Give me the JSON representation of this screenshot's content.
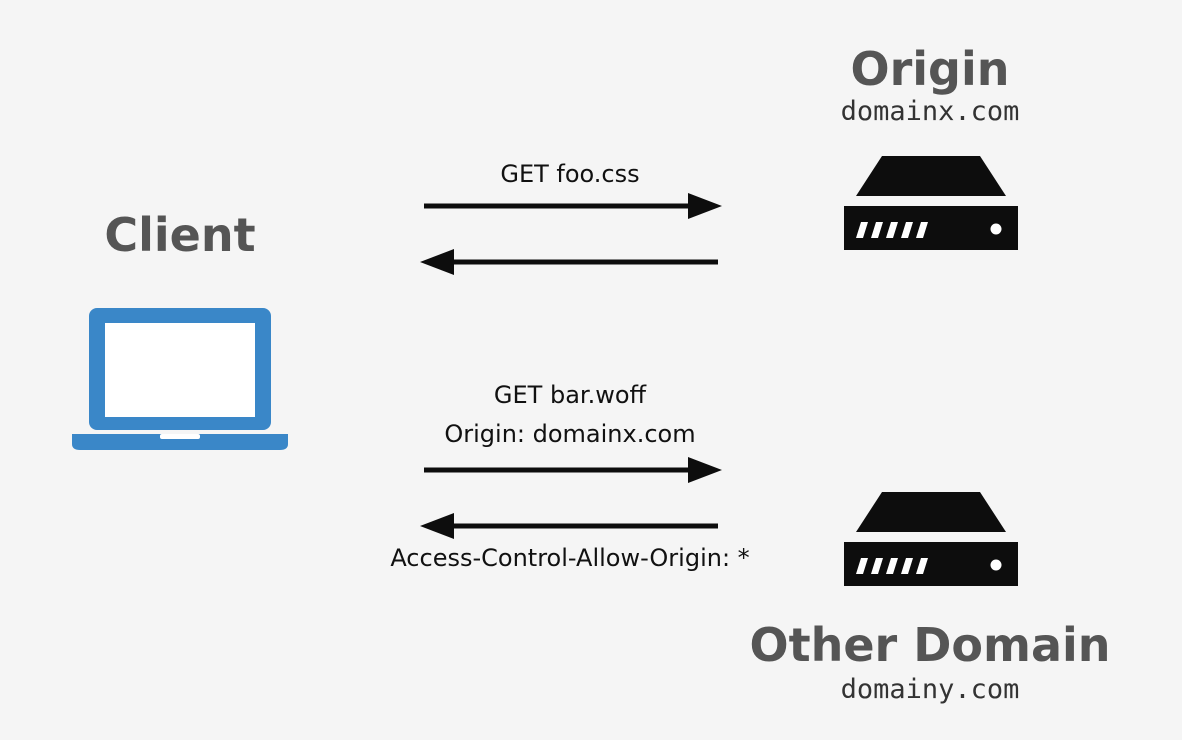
{
  "client": {
    "title": "Client"
  },
  "origin": {
    "title": "Origin",
    "domain": "domainx.com"
  },
  "other": {
    "title": "Other Domain",
    "domain": "domainy.com"
  },
  "messages": {
    "request1": "GET foo.css",
    "request2_line1": "GET bar.woff",
    "request2_line2": "Origin: domainx.com",
    "response2": "Access-Control-Allow-Origin: *"
  },
  "colors": {
    "laptop": "#3a87c8",
    "server": "#0d0d0d",
    "arrow": "#0d0d0d",
    "heading": "#555555",
    "background": "#f5f5f5"
  },
  "icons": {
    "client": "laptop-icon",
    "origin": "server-icon",
    "other": "server-icon"
  }
}
